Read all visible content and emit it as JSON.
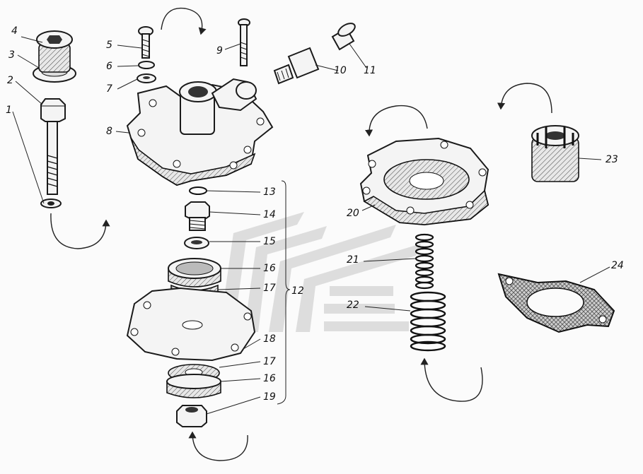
{
  "labels": {
    "l1": "1",
    "l2": "2",
    "l3": "3",
    "l4": "4",
    "l5": "5",
    "l6": "6",
    "l7": "7",
    "l8": "8",
    "l9": "9",
    "l10": "10",
    "l11": "11",
    "l12": "12",
    "l13": "13",
    "l14": "14",
    "l15": "15",
    "l16a": "16",
    "l17a": "17",
    "l18": "18",
    "l17b": "17",
    "l16b": "16",
    "l19": "19",
    "l20": "20",
    "l21": "21",
    "l22": "22",
    "l23": "23",
    "l24": "24"
  },
  "colors": {
    "ink": "#1a1a1a",
    "paper": "#fbfbfb",
    "watermark": "#d7d7d7"
  }
}
